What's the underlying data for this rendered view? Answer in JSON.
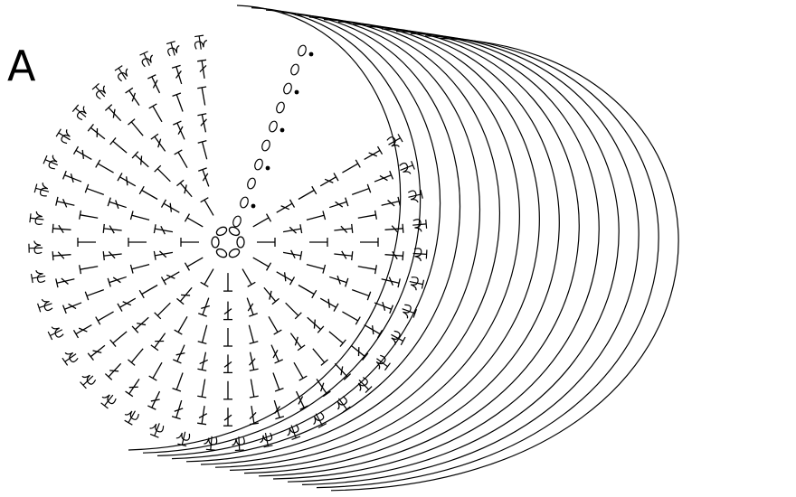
{
  "diagram": {
    "panel_label": "A",
    "ink_color": "#000000",
    "background_color": "#ffffff",
    "chart_type": "crochet-round-chart",
    "center_ring": "magic-ring",
    "rounds_drawn": 8,
    "stacked_side_arcs": 15,
    "symbols": [
      "double-crochet",
      "chain",
      "slip-stitch",
      "back-loop-double-crochet"
    ]
  }
}
